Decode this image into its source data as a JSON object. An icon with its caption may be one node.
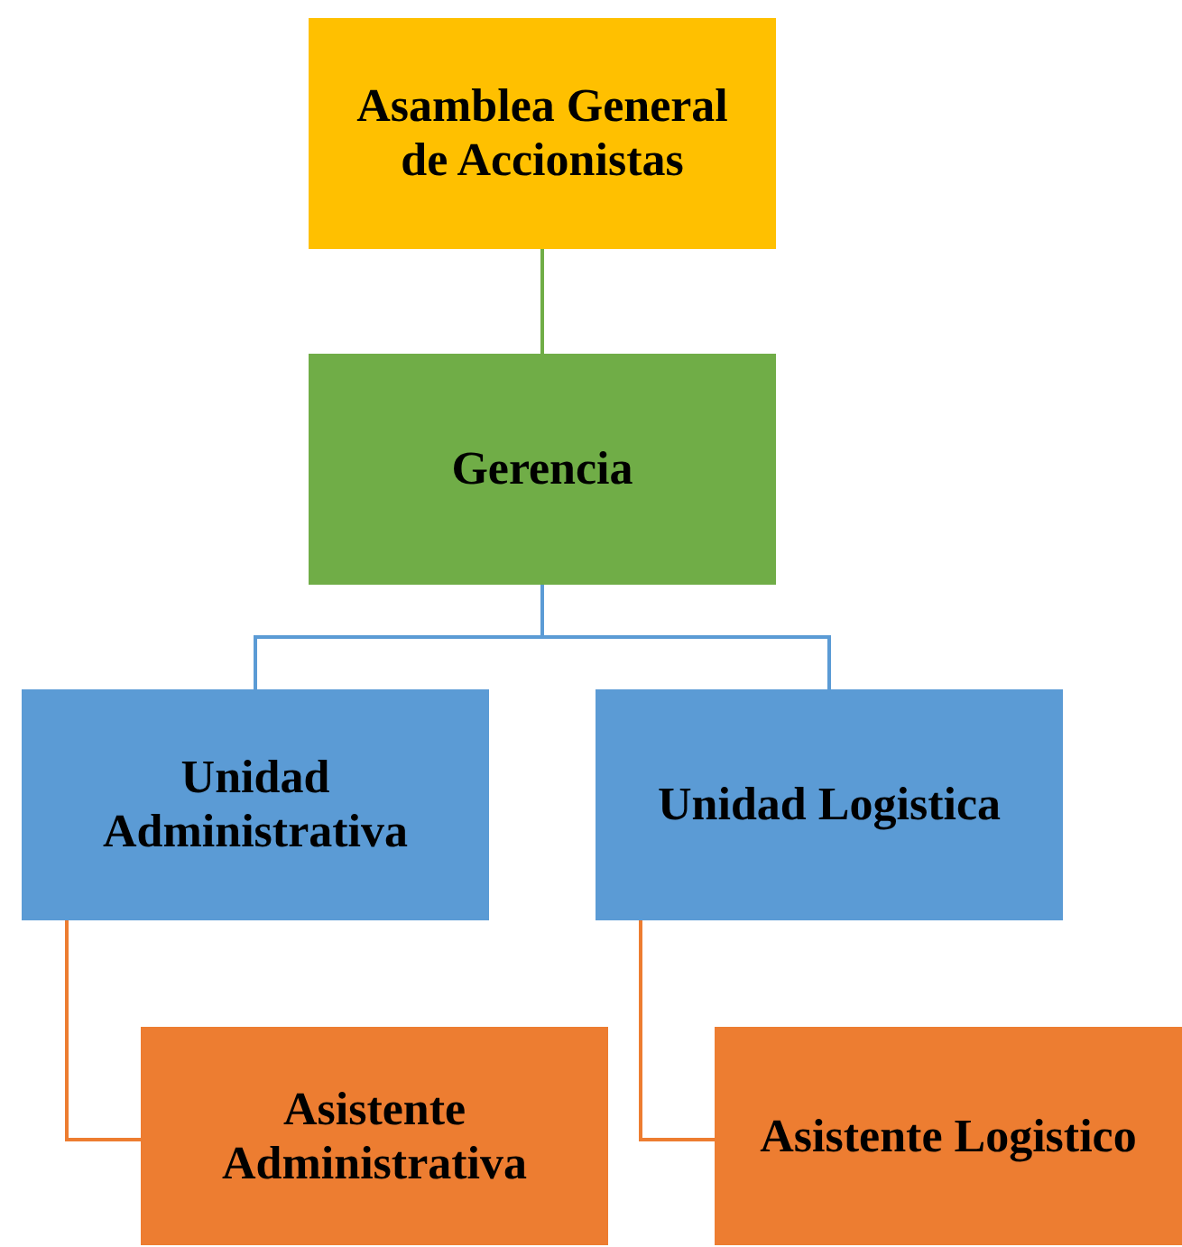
{
  "diagram": {
    "nodes": [
      {
        "text": [
          "Asamblea General de Accionistas"
        ]
      },
      {
        "text": [
          "Gerencia"
        ]
      },
      {
        "text": [
          "Unidad Administrativa"
        ]
      },
      {
        "text": [
          "Unidad Logistica"
        ]
      },
      {
        "text": [
          "Asistente Administrativa"
        ]
      },
      {
        "text": [
          "Asistente Logistico"
        ]
      }
    ],
    "edges": [
      {
        "from": 0,
        "to": 1,
        "arrow": "none",
        "color": "#70ad47"
      },
      {
        "from": 1,
        "to": 2,
        "arrow": "none",
        "color": "#5b9bd5"
      },
      {
        "from": 1,
        "to": 3,
        "arrow": "none",
        "color": "#5b9bd5"
      },
      {
        "from": 2,
        "to": 4,
        "arrow": "none",
        "color": "#ed7d31"
      },
      {
        "from": 3,
        "to": 5,
        "arrow": "none",
        "color": "#ed7d31"
      }
    ]
  }
}
